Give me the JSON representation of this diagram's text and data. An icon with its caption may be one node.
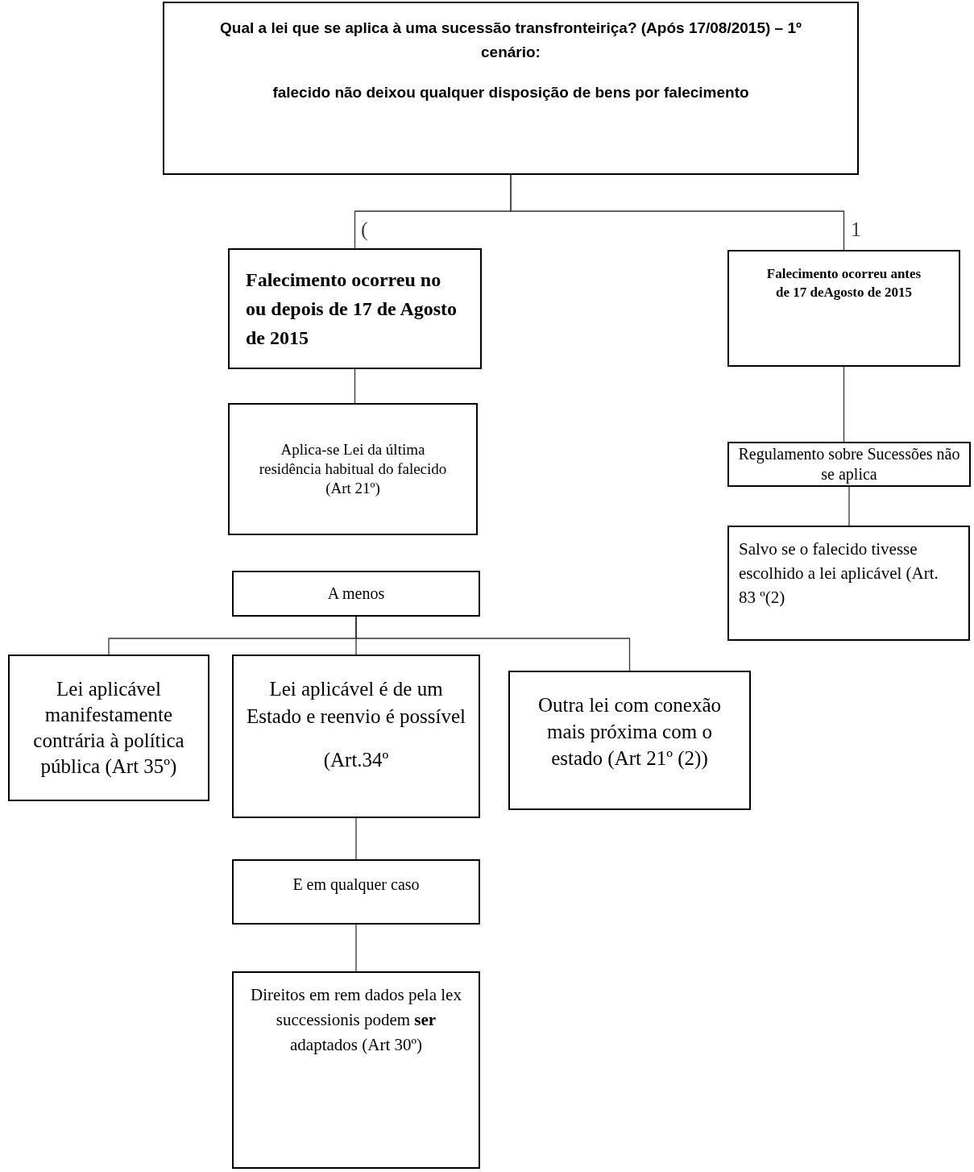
{
  "diagram": {
    "nodes": [
      {
        "text": [
          "Qual a lei que se aplica à uma sucessão transfronteiriça? (Após 17/08/2015) – 1º cenário:",
          "falecido não deixou qualquer disposição de bens por falecimento"
        ]
      },
      {
        "text": [
          "Falecimento ocorreu no ou depois de 17 de Agosto de 2015"
        ]
      },
      {
        "text": [
          "Falecimento ocorreu antes de 17 deAgosto de 2015"
        ]
      },
      {
        "text": [
          "Aplica-se Lei da última residência habitual do falecido (Art 21º)"
        ]
      },
      {
        "text": [
          "Regulamento sobre Sucessões não se aplica"
        ]
      },
      {
        "text": [
          "A menos"
        ]
      },
      {
        "text": [
          "Salvo se o falecido tivesse escolhido a lei aplicável (Art. 83 º(2)"
        ]
      },
      {
        "text": [
          "Lei aplicável manifestamente contrária à política pública (Art 35º)"
        ]
      },
      {
        "text": [
          "Lei aplicável é de um Estado e reenvio é possível",
          "(Art.34º"
        ]
      },
      {
        "text": [
          "Outra lei com conexão mais próxima com o estado (Art 21º (2))"
        ]
      },
      {
        "text": [
          "E em qualquer caso"
        ]
      },
      {
        "text": [
          "Direitos em rem dados pela lex successionis podem **ser** adaptados (Art 30º)"
        ]
      }
    ],
    "edges": [
      {
        "from": 0,
        "to": 1,
        "arrow": "none"
      },
      {
        "from": 0,
        "to": 2,
        "arrow": "none"
      },
      {
        "from": 1,
        "to": 3,
        "arrow": "none"
      },
      {
        "from": 2,
        "to": 4,
        "arrow": "none"
      },
      {
        "from": 4,
        "to": 6,
        "arrow": "none"
      },
      {
        "from": 5,
        "to": 7,
        "arrow": "none"
      },
      {
        "from": 5,
        "to": 8,
        "arrow": "none"
      },
      {
        "from": 5,
        "to": 9,
        "arrow": "none"
      },
      {
        "from": 8,
        "to": 10,
        "arrow": "none"
      },
      {
        "from": 10,
        "to": 11,
        "arrow": "none"
      }
    ],
    "labels": [
      "(",
      "1"
    ]
  }
}
